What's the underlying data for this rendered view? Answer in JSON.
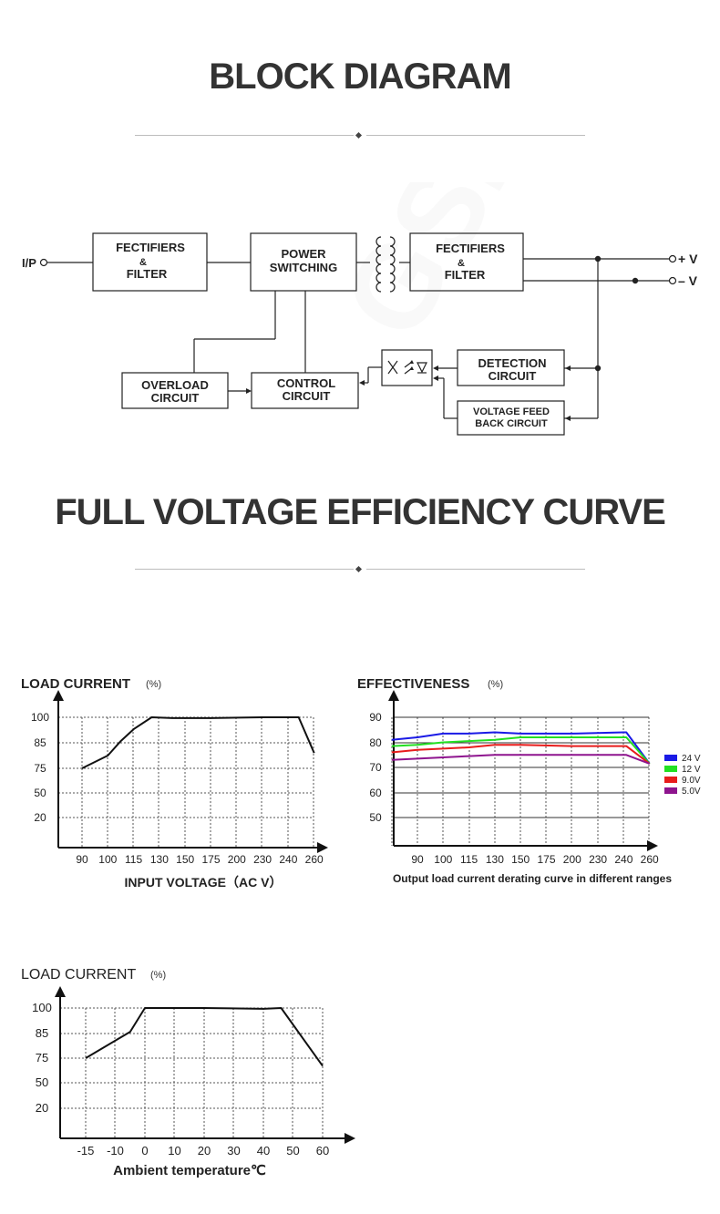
{
  "block_diagram": {
    "title": "BLOCK DIAGRAM",
    "input_label": "I/P",
    "blocks": {
      "rectifier_in_1": "FECTIFIERS",
      "rectifier_in_2": "&",
      "rectifier_in_3": "FILTER",
      "power_switching_1": "POWER",
      "power_switching_2": "SWITCHING",
      "rectifier_out_1": "FECTIFIERS",
      "rectifier_out_2": "&",
      "rectifier_out_3": "FILTER",
      "overload_1": "OVERLOAD",
      "overload_2": "CIRCUIT",
      "control_1": "CONTROL",
      "control_2": "CIRCUIT",
      "detection_1": "DETECTION",
      "detection_2": "CIRCUIT",
      "feedback_1": "VOLTAGE FEED",
      "feedback_2": "BACK CIRCUIT"
    },
    "output_plus": "+ V",
    "output_minus": "– V"
  },
  "efficiency_section": {
    "title": "FULL VOLTAGE EFFICIENCY CURVE"
  },
  "charts_text": {
    "chart1_title": "LOAD CURRENT",
    "chart1_unit": "(%)",
    "chart1_xlabel": "INPUT VOLTAGE（AC V）",
    "chart2_title": "EFFECTIVENESS",
    "chart2_unit": "(%)",
    "chart2_xlabel": "Output load current derating curve in different ranges",
    "chart3_title": "LOAD CURRENT",
    "chart3_unit": "(%)",
    "chart3_xlabel": "Ambient temperature℃"
  },
  "chart_data": [
    {
      "type": "line",
      "title": "LOAD CURRENT (%)",
      "xlabel": "INPUT VOLTAGE（AC V）",
      "ylabel": "",
      "x_ticks": [
        "90",
        "100",
        "115",
        "130",
        "150",
        "175",
        "200",
        "230",
        "240",
        "260"
      ],
      "y_ticks": [
        "100",
        "85",
        "75",
        "50",
        "20"
      ],
      "series": [
        {
          "color": "#111111",
          "points": [
            [
              0,
              75
            ],
            [
              1,
              80
            ],
            [
              1.5,
              86
            ],
            [
              2,
              93
            ],
            [
              2.7,
              100
            ],
            [
              3.5,
              99.5
            ],
            [
              5,
              99.5
            ],
            [
              7,
              100
            ],
            [
              8.4,
              100
            ],
            [
              9,
              81
            ]
          ]
        }
      ],
      "grid": true
    },
    {
      "type": "line",
      "title": "EFFECTIVENESS (%)",
      "xlabel": "Output load current derating curve in different ranges",
      "x_ticks": [
        "90",
        "100",
        "115",
        "130",
        "150",
        "175",
        "200",
        "230",
        "240",
        "260"
      ],
      "y_ticks": [
        "90",
        "80",
        "70",
        "60",
        "50"
      ],
      "series": [
        {
          "name": "24 V",
          "color": "#1a1ae6",
          "points": [
            [
              -1,
              81
            ],
            [
              0,
              82
            ],
            [
              1,
              83.5
            ],
            [
              2,
              83.5
            ],
            [
              3,
              84
            ],
            [
              4,
              83.5
            ],
            [
              6,
              83.5
            ],
            [
              8,
              84
            ],
            [
              8.1,
              84
            ],
            [
              9,
              71.5
            ]
          ]
        },
        {
          "name": "12 V",
          "color": "#22e022",
          "points": [
            [
              -1,
              78.5
            ],
            [
              0,
              79
            ],
            [
              1,
              80
            ],
            [
              2,
              80.5
            ],
            [
              3,
              81
            ],
            [
              4,
              82
            ],
            [
              6,
              82
            ],
            [
              8,
              82
            ],
            [
              8.1,
              82
            ],
            [
              9,
              71.5
            ]
          ]
        },
        {
          "name": "9.0V",
          "color": "#e81c1c",
          "points": [
            [
              -1,
              76
            ],
            [
              0,
              77
            ],
            [
              1,
              77.5
            ],
            [
              2,
              78
            ],
            [
              3,
              79
            ],
            [
              4,
              79
            ],
            [
              6,
              78.5
            ],
            [
              8,
              78.5
            ],
            [
              8.1,
              78.5
            ],
            [
              9,
              71.5
            ]
          ]
        },
        {
          "name": "5.0V",
          "color": "#8e148e",
          "points": [
            [
              -1,
              73
            ],
            [
              0,
              73.5
            ],
            [
              1,
              74
            ],
            [
              2,
              74.5
            ],
            [
              3,
              75
            ],
            [
              4,
              75
            ],
            [
              6,
              75
            ],
            [
              8,
              75
            ],
            [
              8.1,
              75
            ],
            [
              9,
              71.5
            ]
          ]
        }
      ],
      "legend": "right",
      "grid": true
    },
    {
      "type": "line",
      "title": "LOAD CURRENT (%)",
      "xlabel": "Ambient temperature℃",
      "x_ticks": [
        "-15",
        "-10",
        "0",
        "10",
        "20",
        "30",
        "40",
        "50",
        "60"
      ],
      "y_ticks": [
        "100",
        "85",
        "75",
        "50",
        "20"
      ],
      "series": [
        {
          "color": "#111111",
          "points": [
            [
              0,
              75
            ],
            [
              1.5,
              86
            ],
            [
              2,
              100
            ],
            [
              4,
              100
            ],
            [
              6,
              99.5
            ],
            [
              6.6,
              100
            ],
            [
              8,
              67
            ]
          ]
        }
      ],
      "grid": true
    }
  ],
  "watermark": "GSHYON"
}
